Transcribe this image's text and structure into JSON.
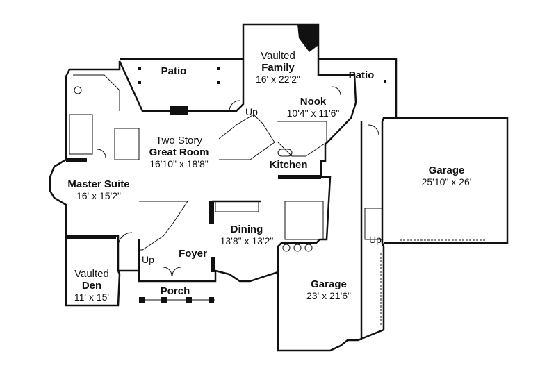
{
  "rooms": [
    {
      "id": "patio-left",
      "lines": [
        {
          "text": "Patio",
          "bold": true
        }
      ]
    },
    {
      "id": "vaulted-family",
      "lines": [
        {
          "text": "Vaulted",
          "bold": false
        },
        {
          "text": "Family",
          "bold": true
        },
        {
          "text": "16' x 22'2\"",
          "bold": false
        }
      ]
    },
    {
      "id": "patio-right",
      "lines": [
        {
          "text": "Patio",
          "bold": true
        }
      ]
    },
    {
      "id": "nook",
      "lines": [
        {
          "text": "Nook",
          "bold": true
        },
        {
          "text": "10'4\" x 11'6\"",
          "bold": false
        }
      ]
    },
    {
      "id": "great-room",
      "lines": [
        {
          "text": "Two Story",
          "bold": false
        },
        {
          "text": "Great Room",
          "bold": true
        },
        {
          "text": "16'10\" x 18'8\"",
          "bold": false
        }
      ]
    },
    {
      "id": "kitchen",
      "lines": [
        {
          "text": "Kitchen",
          "bold": true
        }
      ]
    },
    {
      "id": "garage-right",
      "lines": [
        {
          "text": "Garage",
          "bold": true
        },
        {
          "text": "25'10\" x 26'",
          "bold": false
        }
      ]
    },
    {
      "id": "master-suite",
      "lines": [
        {
          "text": "Master Suite",
          "bold": true
        },
        {
          "text": "16' x 15'2\"",
          "bold": false
        }
      ]
    },
    {
      "id": "dining",
      "lines": [
        {
          "text": "Dining",
          "bold": true
        },
        {
          "text": "13'8\" x 13'2\"",
          "bold": false
        }
      ]
    },
    {
      "id": "foyer",
      "lines": [
        {
          "text": "Foyer",
          "bold": true
        }
      ]
    },
    {
      "id": "vaulted-den",
      "lines": [
        {
          "text": "Vaulted",
          "bold": false
        },
        {
          "text": "Den",
          "bold": true
        },
        {
          "text": "11' x 15'",
          "bold": false
        }
      ]
    },
    {
      "id": "porch",
      "lines": [
        {
          "text": "Porch",
          "bold": true
        }
      ]
    },
    {
      "id": "garage-center",
      "lines": [
        {
          "text": "Garage",
          "bold": true
        },
        {
          "text": "23' x 21'6\"",
          "bold": false
        }
      ]
    }
  ],
  "stair_labels": [
    {
      "id": "up-family",
      "text": "Up"
    },
    {
      "id": "up-foyer",
      "text": "Up"
    },
    {
      "id": "up-garage",
      "text": "Up"
    }
  ],
  "colors": {
    "wall": "#111111",
    "background": "#ffffff"
  }
}
